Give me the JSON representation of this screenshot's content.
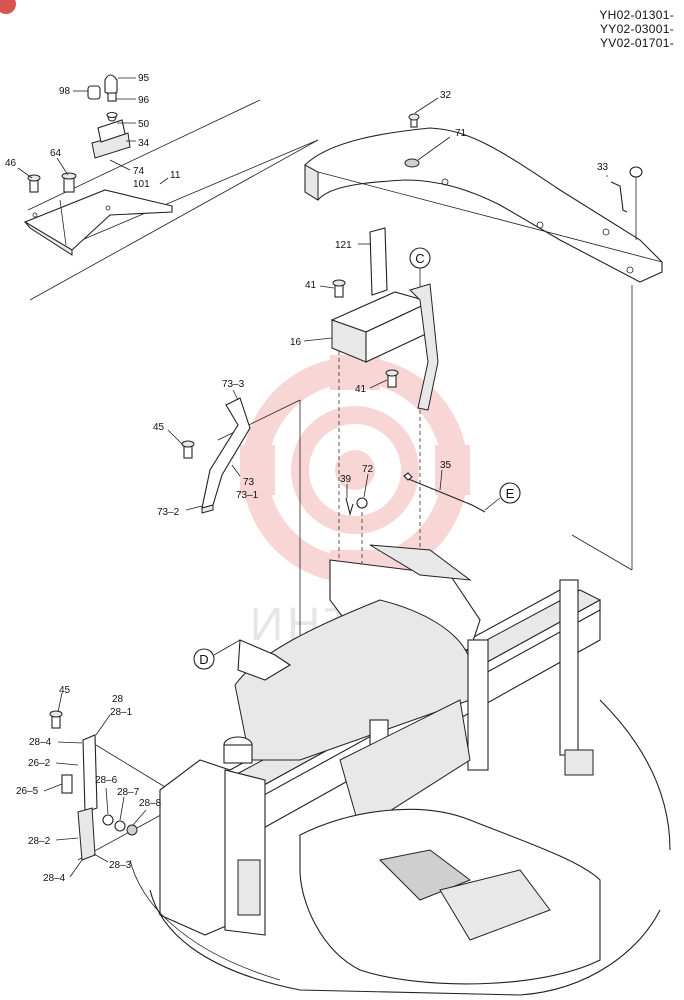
{
  "serials": [
    "YH02-01301-",
    "YY02-03001-",
    "YV02-01701-"
  ],
  "watermark": "ИНТЕХ",
  "colors": {
    "line": "#222222",
    "watermark": "#f4b6b6",
    "background": "#ffffff"
  },
  "labels": {
    "p95": "95",
    "p98": "98",
    "p96": "96",
    "p50": "50",
    "p34": "34",
    "p64": "64",
    "p46": "46",
    "p74": "74",
    "p101": "101",
    "p11": "11",
    "p32": "32",
    "p71": "71",
    "p33": "33",
    "p121": "121",
    "p41a": "41",
    "p16": "16",
    "p41b": "41",
    "p73_3": "73–3",
    "p45a": "45",
    "p73": "73",
    "p73_1": "73–1",
    "p73_2": "73–2",
    "p39": "39",
    "p72": "72",
    "p35": "35",
    "p45b": "45",
    "p28": "28",
    "p28_1": "28–1",
    "p28_4a": "28–4",
    "p26_2": "26–2",
    "p26_5": "26–5",
    "p28_6": "28–6",
    "p28_7": "28–7",
    "p28_8": "28–8",
    "p28_2": "28–2",
    "p28_3": "28–3",
    "p28_4b": "28–4"
  },
  "callouts": {
    "c": "C",
    "e": "E",
    "d": "D"
  }
}
